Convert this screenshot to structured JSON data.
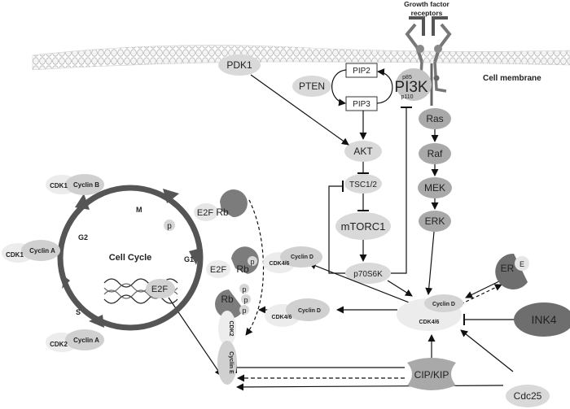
{
  "membrane": {
    "receptor_label_1": "Growth factor",
    "receptor_label_2": "receptors",
    "membrane_label": "Cell membrane"
  },
  "upstream": {
    "pdk1": "PDK1",
    "pten": "PTEN",
    "pip2": "PIP2",
    "pip3": "PIP3",
    "pi3k": "PI3K",
    "p85": "p85",
    "p110": "p110",
    "akt": "AKT",
    "tsc": "TSC1/2",
    "mtorc1": "mTORC1",
    "p70s6k": "p70S6K"
  },
  "mapk": {
    "ras": "Ras",
    "raf": "Raf",
    "mek": "MEK",
    "erk": "ERK"
  },
  "cycle": {
    "title": "Cell Cycle",
    "phase_m": "M",
    "phase_g2": "G2",
    "phase_g1": "G1",
    "phase_s": "S",
    "e2f": "E2F",
    "p": "p"
  },
  "complexes": {
    "cdk1_b": {
      "cdk": "CDK1",
      "cyclin": "Cyclin B"
    },
    "cdk1_a": {
      "cdk": "CDK1",
      "cyclin": "Cyclin A"
    },
    "cdk2_a": {
      "cdk": "CDK2",
      "cyclin": "Cyclin A"
    },
    "cdk46_d_top": {
      "cdk": "CDK4/6",
      "cyclin": "Cyclin D"
    },
    "cdk46_d_mid": {
      "cdk": "CDK4/6",
      "cyclin": "Cyclin D"
    },
    "cdk46_d_right": {
      "cdk": "CDK4/6",
      "cyclin": "Cyclin D"
    },
    "cdk2_e": {
      "cdk": "CDK2",
      "cyclin": "Cyclin E"
    }
  },
  "rb": {
    "rb": "Rb",
    "e2f": "E2F",
    "p": "p"
  },
  "regulators": {
    "er": "ER",
    "e": "E",
    "ink4": "INK4",
    "cipkip": "CIP/KIP",
    "cdc25": "Cdc25"
  }
}
